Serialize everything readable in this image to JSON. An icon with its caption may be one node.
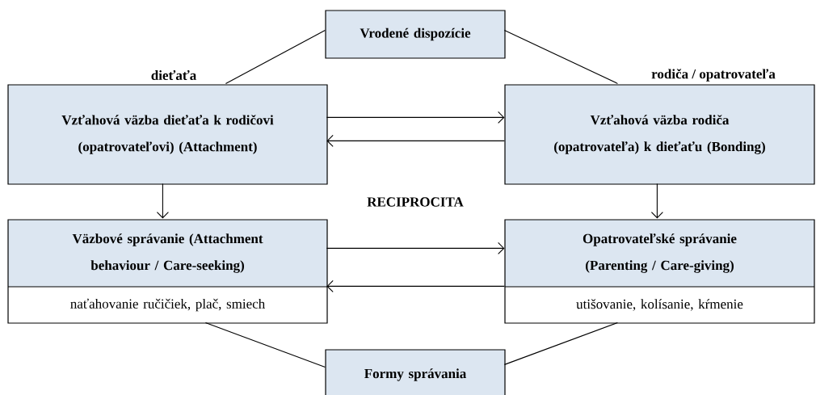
{
  "diagram": {
    "nodes": [
      {
        "text": [
          "Vrodené dispozície"
        ]
      },
      {
        "text": [
          "Vzťahová väzba dieťaťa k rodičovi (opatrovateľovi) (Attachment)"
        ]
      },
      {
        "text": [
          "Vzťahová väzba rodiča (opatrovateľa) k dieťaťu (Bonding)"
        ]
      },
      {
        "text": [
          "Väzbové správanie  (Attachment behaviour / Care-seeking)",
          "naťahovanie ručičiek, plač, smiech"
        ]
      },
      {
        "text": [
          "Opatrovateľské správanie (Parenting / Care-giving)",
          "utišovanie, kolísanie, kŕmenie"
        ]
      },
      {
        "text": [
          "Formy správania"
        ]
      }
    ],
    "edges": [
      {
        "from": 0,
        "to": 1,
        "arrow": "none",
        "label": "dieťaťa"
      },
      {
        "from": 0,
        "to": 2,
        "arrow": "none",
        "label": "rodiča / opatrovateľa"
      },
      {
        "from": 1,
        "to": 2,
        "arrow": "to"
      },
      {
        "from": 2,
        "to": 1,
        "arrow": "to"
      },
      {
        "from": 1,
        "to": 3,
        "arrow": "to"
      },
      {
        "from": 2,
        "to": 4,
        "arrow": "to"
      },
      {
        "from": 3,
        "to": 4,
        "arrow": "to"
      },
      {
        "from": 4,
        "to": 3,
        "arrow": "to"
      },
      {
        "from": 5,
        "to": 3,
        "arrow": "none"
      },
      {
        "from": 5,
        "to": 4,
        "arrow": "none"
      }
    ],
    "labels": [
      "RECIPROCITA"
    ]
  }
}
